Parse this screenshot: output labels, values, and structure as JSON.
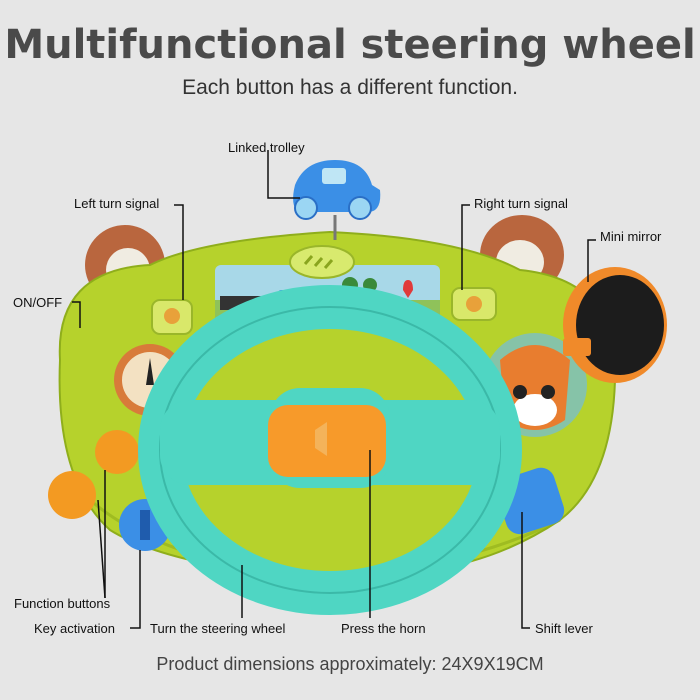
{
  "title": "Multifunctional steering wheel",
  "subtitle": "Each button has a different function.",
  "labels": {
    "linked_trolley": "Linked trolley",
    "left_turn_signal": "Left turn signal",
    "right_turn_signal": "Right turn signal",
    "mini_mirror": "Mini mirror",
    "on_off": "ON/OFF",
    "function_buttons": "Function buttons",
    "key_activation": "Key activation",
    "turn_steering_wheel": "Turn the steering wheel",
    "press_horn": "Press the horn",
    "shift_lever": "Shift lever"
  },
  "footer": "Product dimensions approximately: 24X9X19CM",
  "colors": {
    "background": "#e6e6e6",
    "body_green": "#b6d22c",
    "wheel_teal": "#4fd6c3",
    "horn_orange": "#f79a2a",
    "ear_brown": "#b9663e",
    "car_blue": "#3b8fe6"
  }
}
